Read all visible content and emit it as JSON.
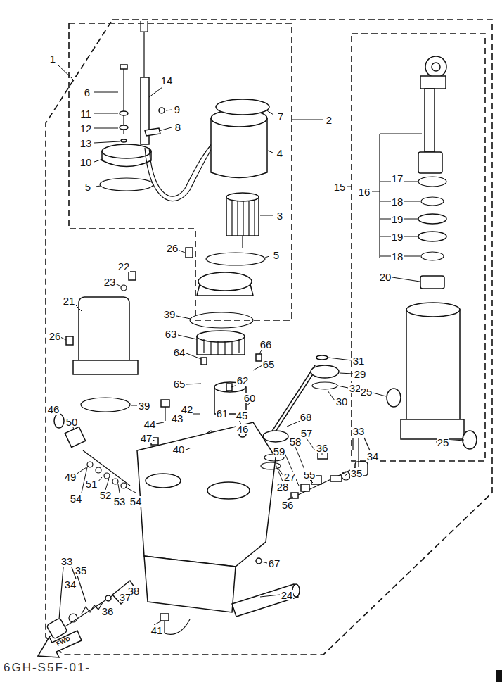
{
  "diagram": {
    "labels": [
      "1",
      "6",
      "14",
      "9",
      "7",
      "2",
      "11",
      "8",
      "12",
      "13",
      "4",
      "10",
      "5",
      "15",
      "16",
      "17",
      "18",
      "19",
      "3",
      "19",
      "26",
      "5",
      "18",
      "22",
      "20",
      "23",
      "21",
      "39",
      "63",
      "26",
      "66",
      "64",
      "31",
      "65",
      "29",
      "62",
      "65",
      "32",
      "25",
      "60",
      "30",
      "39",
      "46",
      "42",
      "45",
      "68",
      "43",
      "50",
      "61",
      "44",
      "46",
      "33",
      "57",
      "47",
      "58",
      "25",
      "40",
      "59",
      "34",
      "36",
      "35",
      "55",
      "49",
      "27",
      "51",
      "28",
      "54",
      "52",
      "56",
      "53",
      "54",
      "33",
      "67",
      "35",
      "34",
      "38",
      "24",
      "37",
      "36",
      "41",
      "FWD",
      "6GH-S5F-01-"
    ]
  }
}
